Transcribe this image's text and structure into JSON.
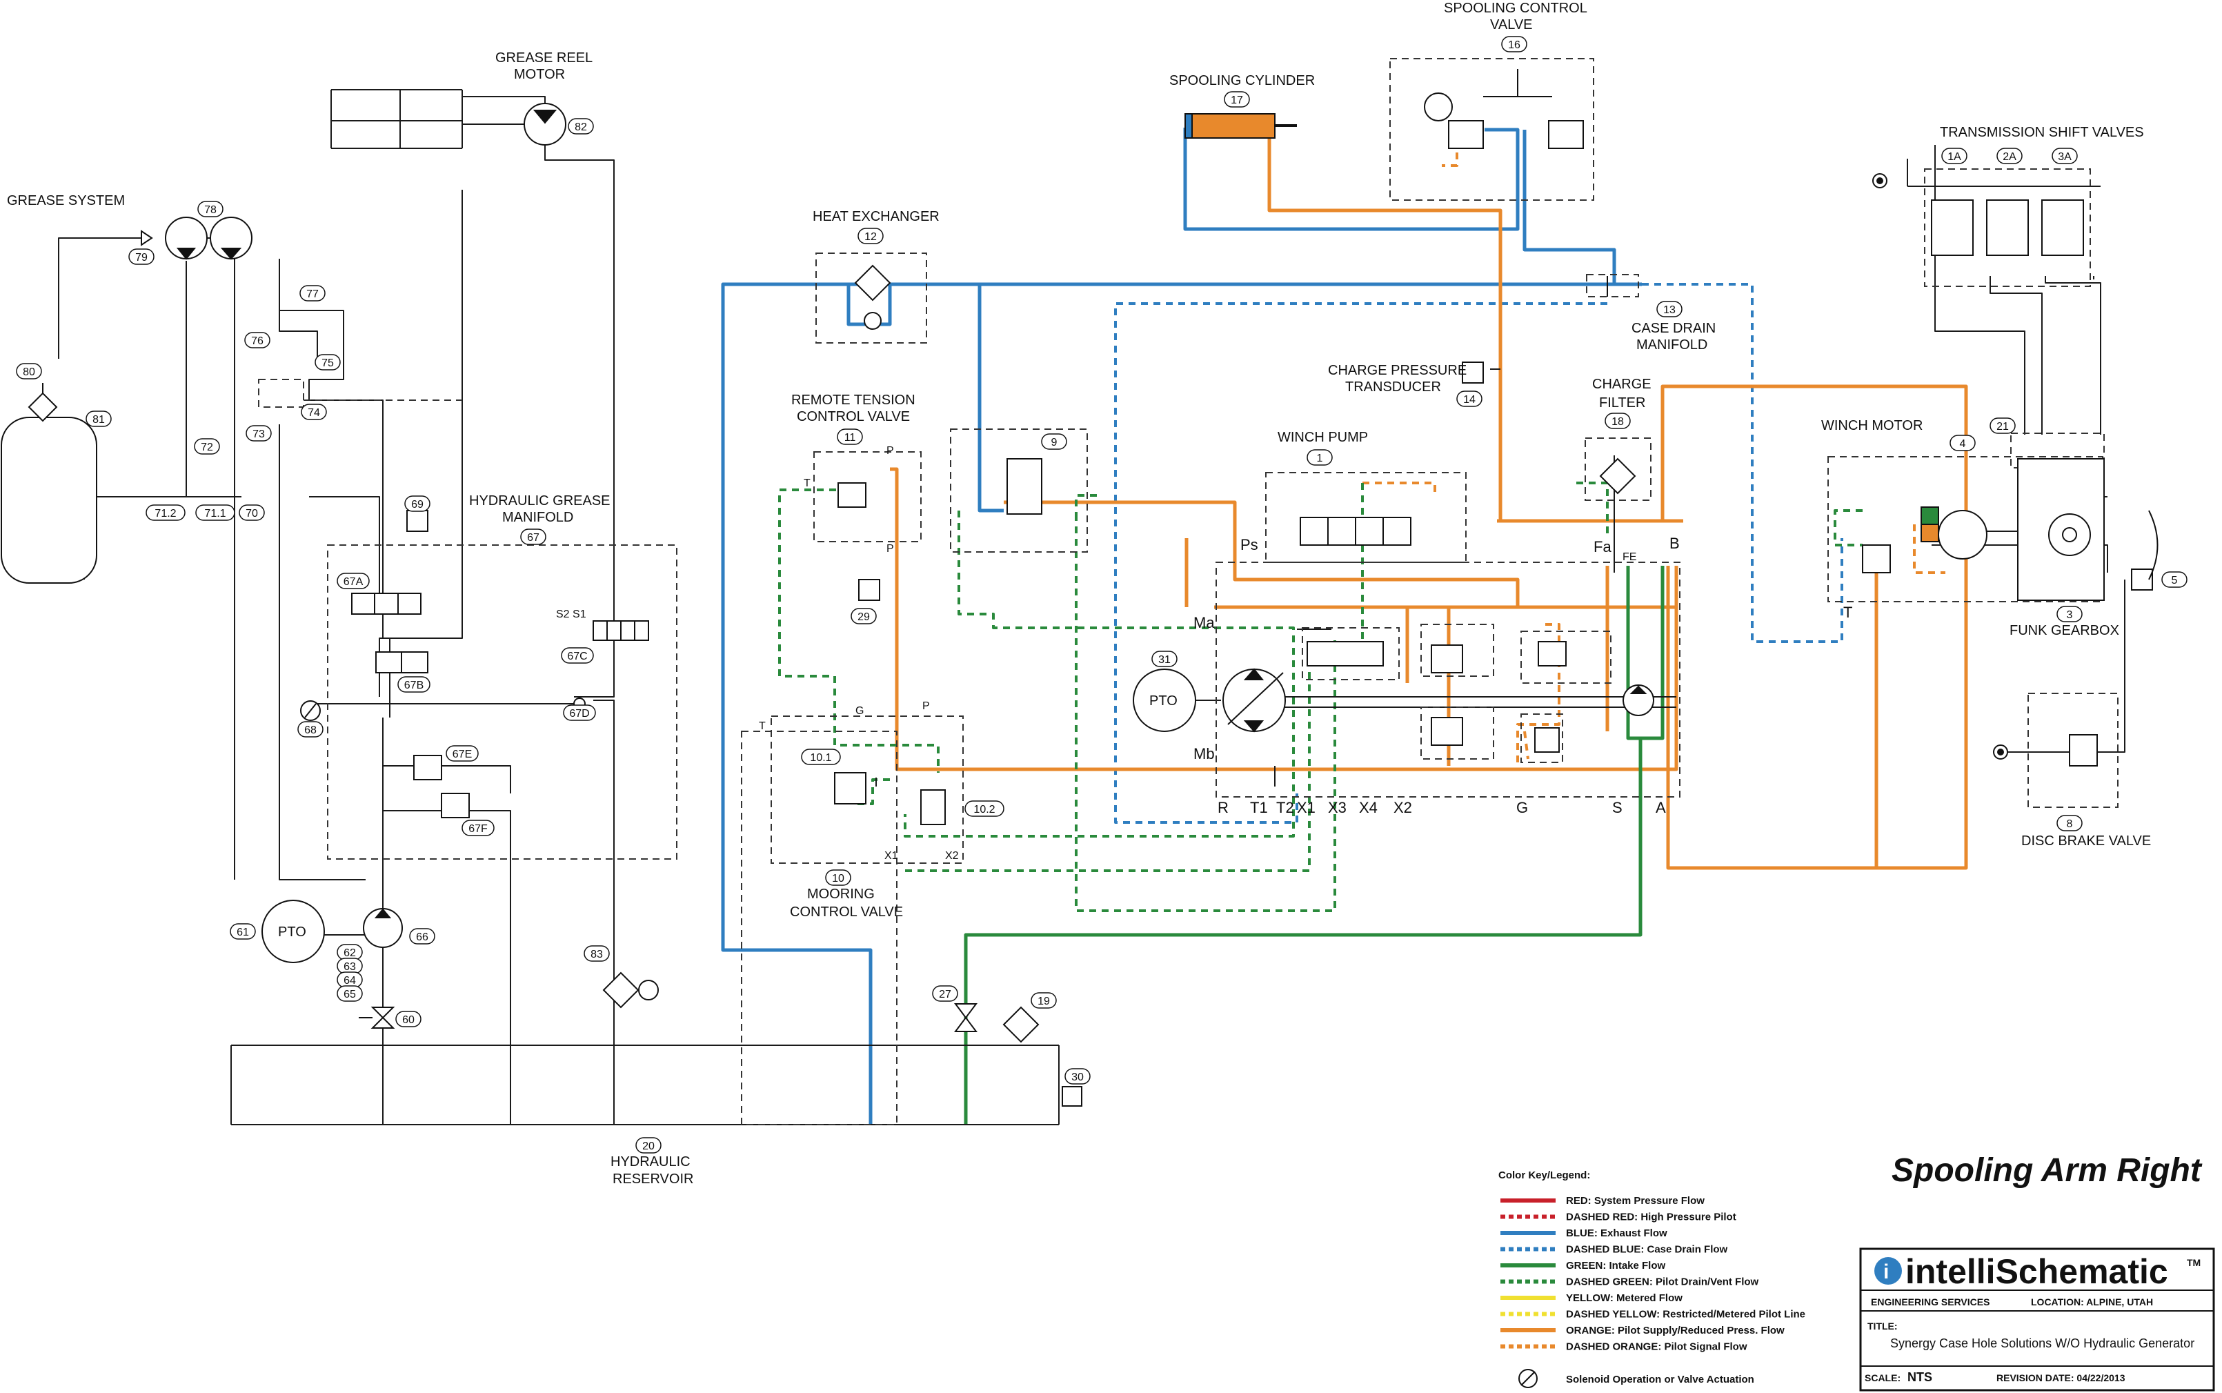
{
  "title": "Spooling Arm Right",
  "components": {
    "grease_system": "GREASE SYSTEM",
    "grease_reel_motor": [
      "GREASE REEL",
      "MOTOR"
    ],
    "hyd_grease_manifold": [
      "HYDRAULIC GREASE",
      "MANIFOLD"
    ],
    "heat_exchanger": "HEAT EXCHANGER",
    "spooling_cylinder": "SPOOLING CYLINDER",
    "spooling_control_valve": [
      "SPOOLING CONTROL",
      "VALVE"
    ],
    "transmission_shift_valves": "TRANSMISSION SHIFT VALVES",
    "case_drain_manifold": [
      "CASE DRAIN",
      "MANIFOLD"
    ],
    "charge_pressure_transducer": [
      "CHARGE PRESSURE",
      "TRANSDUCER"
    ],
    "charge_filter": [
      "CHARGE",
      "FILTER"
    ],
    "remote_tension_control_valve": [
      "REMOTE TENSION",
      "CONTROL VALVE"
    ],
    "winch_pump": "WINCH PUMP",
    "winch_motor": "WINCH MOTOR",
    "funk_gearbox": "FUNK GEARBOX",
    "disc_brake_valve": "DISC BRAKE VALVE",
    "mooring_control_valve": [
      "MOORING",
      "CONTROL VALVE"
    ],
    "hydraulic_reservoir": [
      "HYDRAULIC",
      "RESERVOIR"
    ],
    "pto": "PTO"
  },
  "tags": {
    "t80": "80",
    "t81": "81",
    "t79": "79",
    "t78": "78",
    "t82": "82",
    "t77": "77",
    "t76": "76",
    "t75": "75",
    "t74": "74",
    "t73": "73",
    "t72": "72",
    "t712": "71.2",
    "t711": "71.1",
    "t70": "70",
    "t69": "69",
    "t67": "67",
    "t67a": "67A",
    "t67b": "67B",
    "t67c": "67C",
    "t67d": "67D",
    "t67e": "67E",
    "t67f": "67F",
    "t68": "68",
    "t61": "61",
    "t62": "62",
    "t63": "63",
    "t64": "64",
    "t65": "65",
    "t66": "66",
    "t60": "60",
    "t83": "83",
    "t20": "20",
    "t12": "12",
    "t17": "17",
    "t16": "16",
    "t11": "11",
    "t9": "9",
    "t29": "29",
    "t10": "10",
    "t101": "10.1",
    "t102": "10.2",
    "t27": "27",
    "t19": "19",
    "t30": "30",
    "t13": "13",
    "t14": "14",
    "t18": "18",
    "t1": "1",
    "t31": "31",
    "t1a": "1A",
    "t2a": "2A",
    "t3a": "3A",
    "t21": "21",
    "t4": "4",
    "t3": "3",
    "t5": "5",
    "t8": "8"
  },
  "ports": {
    "ps": "Ps",
    "ma": "Ma",
    "mb": "Mb",
    "fa": "Fa",
    "fe": "FE",
    "b": "B",
    "a": "A",
    "s": "S",
    "g": "G",
    "r": "R",
    "t1": "T1",
    "t2": "T2",
    "x1": "X1",
    "x3": "X3",
    "x4": "X4",
    "x2": "X2",
    "s2s1": "S2  S1",
    "p": "P",
    "t": "T",
    "pg": "G",
    "x1m": "X1",
    "x2m": "X2"
  },
  "legend": {
    "title": "Color Key/Legend:",
    "items": [
      {
        "label": "RED: System Pressure Flow",
        "color": "#c8202a",
        "dashed": false
      },
      {
        "label": "DASHED RED: High Pressure Pilot",
        "color": "#c8202a",
        "dashed": true
      },
      {
        "label": "BLUE: Exhaust Flow",
        "color": "#2f7ec0",
        "dashed": false
      },
      {
        "label": "DASHED BLUE: Case Drain Flow",
        "color": "#2f7ec0",
        "dashed": true
      },
      {
        "label": "GREEN: Intake Flow",
        "color": "#2a8a3c",
        "dashed": false
      },
      {
        "label": "DASHED GREEN: Pilot Drain/Vent Flow",
        "color": "#2a8a3c",
        "dashed": true
      },
      {
        "label": "YELLOW: Metered Flow",
        "color": "#f0e030",
        "dashed": false
      },
      {
        "label": "DASHED YELLOW: Restricted/Metered Pilot Line",
        "color": "#f0e030",
        "dashed": true
      },
      {
        "label": "ORANGE: Pilot Supply/Reduced Press. Flow",
        "color": "#e8892c",
        "dashed": false
      },
      {
        "label": "DASHED ORANGE: Pilot Signal Flow",
        "color": "#e8892c",
        "dashed": true
      }
    ],
    "solenoid": "Solenoid Operation or Valve Actuation"
  },
  "title_block": {
    "brand": "intelliSchematic",
    "tm": "TM",
    "eng": "ENGINEERING SERVICES",
    "location": "LOCATION: ALPINE, UTAH",
    "title_label": "TITLE:",
    "title_value": "Synergy Case Hole Solutions W/O Hydraulic Generator",
    "scale_label": "SCALE:",
    "scale_value": "NTS",
    "revision": "REVISION DATE: 04/22/2013"
  },
  "colors": {
    "blue": "#2f7ec0",
    "orange": "#e8892c",
    "green": "#2a8a3c",
    "red": "#c8202a",
    "black": "#1a1a1a"
  }
}
